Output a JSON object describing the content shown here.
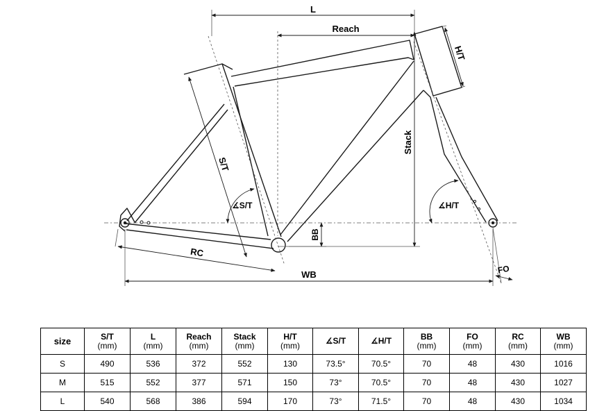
{
  "diagram": {
    "labels": {
      "l": "L",
      "reach": "Reach",
      "ht": "H/T",
      "st": "S/T",
      "stack": "Stack",
      "st_angle": "∡S/T",
      "ht_angle": "∡H/T",
      "bb": "BB",
      "rc": "RC",
      "wb": "WB",
      "fo": "FO"
    }
  },
  "table": {
    "headers": [
      {
        "label": "size",
        "unit": ""
      },
      {
        "label": "S/T",
        "unit": "(mm)"
      },
      {
        "label": "L",
        "unit": "(mm)"
      },
      {
        "label": "Reach",
        "unit": "(mm)"
      },
      {
        "label": "Stack",
        "unit": "(mm)"
      },
      {
        "label": "H/T",
        "unit": "(mm)"
      },
      {
        "label": "∡S/T",
        "unit": ""
      },
      {
        "label": "∡H/T",
        "unit": ""
      },
      {
        "label": "BB",
        "unit": "(mm)"
      },
      {
        "label": "FO",
        "unit": "(mm)"
      },
      {
        "label": "RC",
        "unit": "(mm)"
      },
      {
        "label": "WB",
        "unit": "(mm)"
      }
    ],
    "rows": [
      [
        "S",
        "490",
        "536",
        "372",
        "552",
        "130",
        "73.5°",
        "70.5°",
        "70",
        "48",
        "430",
        "1016"
      ],
      [
        "M",
        "515",
        "552",
        "377",
        "571",
        "150",
        "73°",
        "70.5°",
        "70",
        "48",
        "430",
        "1027"
      ],
      [
        "L",
        "540",
        "568",
        "386",
        "594",
        "170",
        "73°",
        "71.5°",
        "70",
        "48",
        "430",
        "1034"
      ]
    ]
  }
}
